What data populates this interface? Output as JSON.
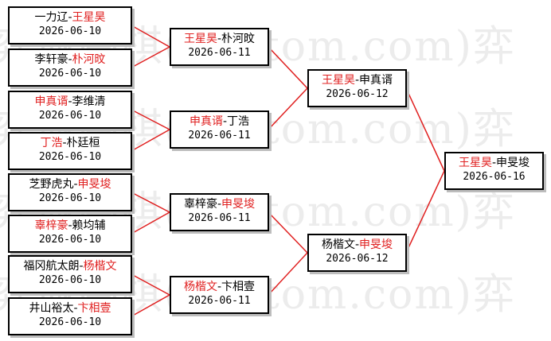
{
  "watermark": [
    "弈城围棋(hoetom.com)弈",
    "弈城围棋(hoetom.com)弈",
    "弈城围棋(hoetom.com)弈",
    "弈城围棋(hoetom.com)弈"
  ],
  "colors": {
    "winner": "#e02020",
    "line": "#e02020",
    "text": "#000000"
  },
  "matches": [
    {
      "id": "r1m1",
      "p1": "一力辽",
      "p2": "王星昊",
      "winner": 2,
      "date": "2026-06-10"
    },
    {
      "id": "r1m2",
      "p1": "李轩豪",
      "p2": "朴河旼",
      "winner": 2,
      "date": "2026-06-10"
    },
    {
      "id": "r1m3",
      "p1": "申真谞",
      "p2": "李维清",
      "winner": 1,
      "date": "2026-06-10"
    },
    {
      "id": "r1m4",
      "p1": "丁浩",
      "p2": "朴廷桓",
      "winner": 1,
      "date": "2026-06-10"
    },
    {
      "id": "r1m5",
      "p1": "芝野虎丸",
      "p2": "申旻埈",
      "winner": 2,
      "date": "2026-06-10"
    },
    {
      "id": "r1m6",
      "p1": "辜梓豪",
      "p2": "赖均辅",
      "winner": 1,
      "date": "2026-06-10"
    },
    {
      "id": "r1m7",
      "p1": "福冈航太朗",
      "p2": "杨楷文",
      "winner": 2,
      "date": "2026-06-10"
    },
    {
      "id": "r1m8",
      "p1": "井山裕太",
      "p2": "卞相壹",
      "winner": 2,
      "date": "2026-06-10"
    },
    {
      "id": "r2m1",
      "p1": "王星昊",
      "p2": "朴河旼",
      "winner": 1,
      "date": "2026-06-11"
    },
    {
      "id": "r2m2",
      "p1": "申真谞",
      "p2": "丁浩",
      "winner": 1,
      "date": "2026-06-11"
    },
    {
      "id": "r2m3",
      "p1": "辜梓豪",
      "p2": "申旻埈",
      "winner": 2,
      "date": "2026-06-11"
    },
    {
      "id": "r2m4",
      "p1": "杨楷文",
      "p2": "卞相壹",
      "winner": 1,
      "date": "2026-06-11"
    },
    {
      "id": "r3m1",
      "p1": "王星昊",
      "p2": "申真谞",
      "winner": 1,
      "date": "2026-06-12"
    },
    {
      "id": "r3m2",
      "p1": "杨楷文",
      "p2": "申旻埈",
      "winner": 2,
      "date": "2026-06-12"
    },
    {
      "id": "final",
      "p1": "王星昊",
      "p2": "申旻埈",
      "winner": 1,
      "date": "2026-06-16"
    }
  ]
}
